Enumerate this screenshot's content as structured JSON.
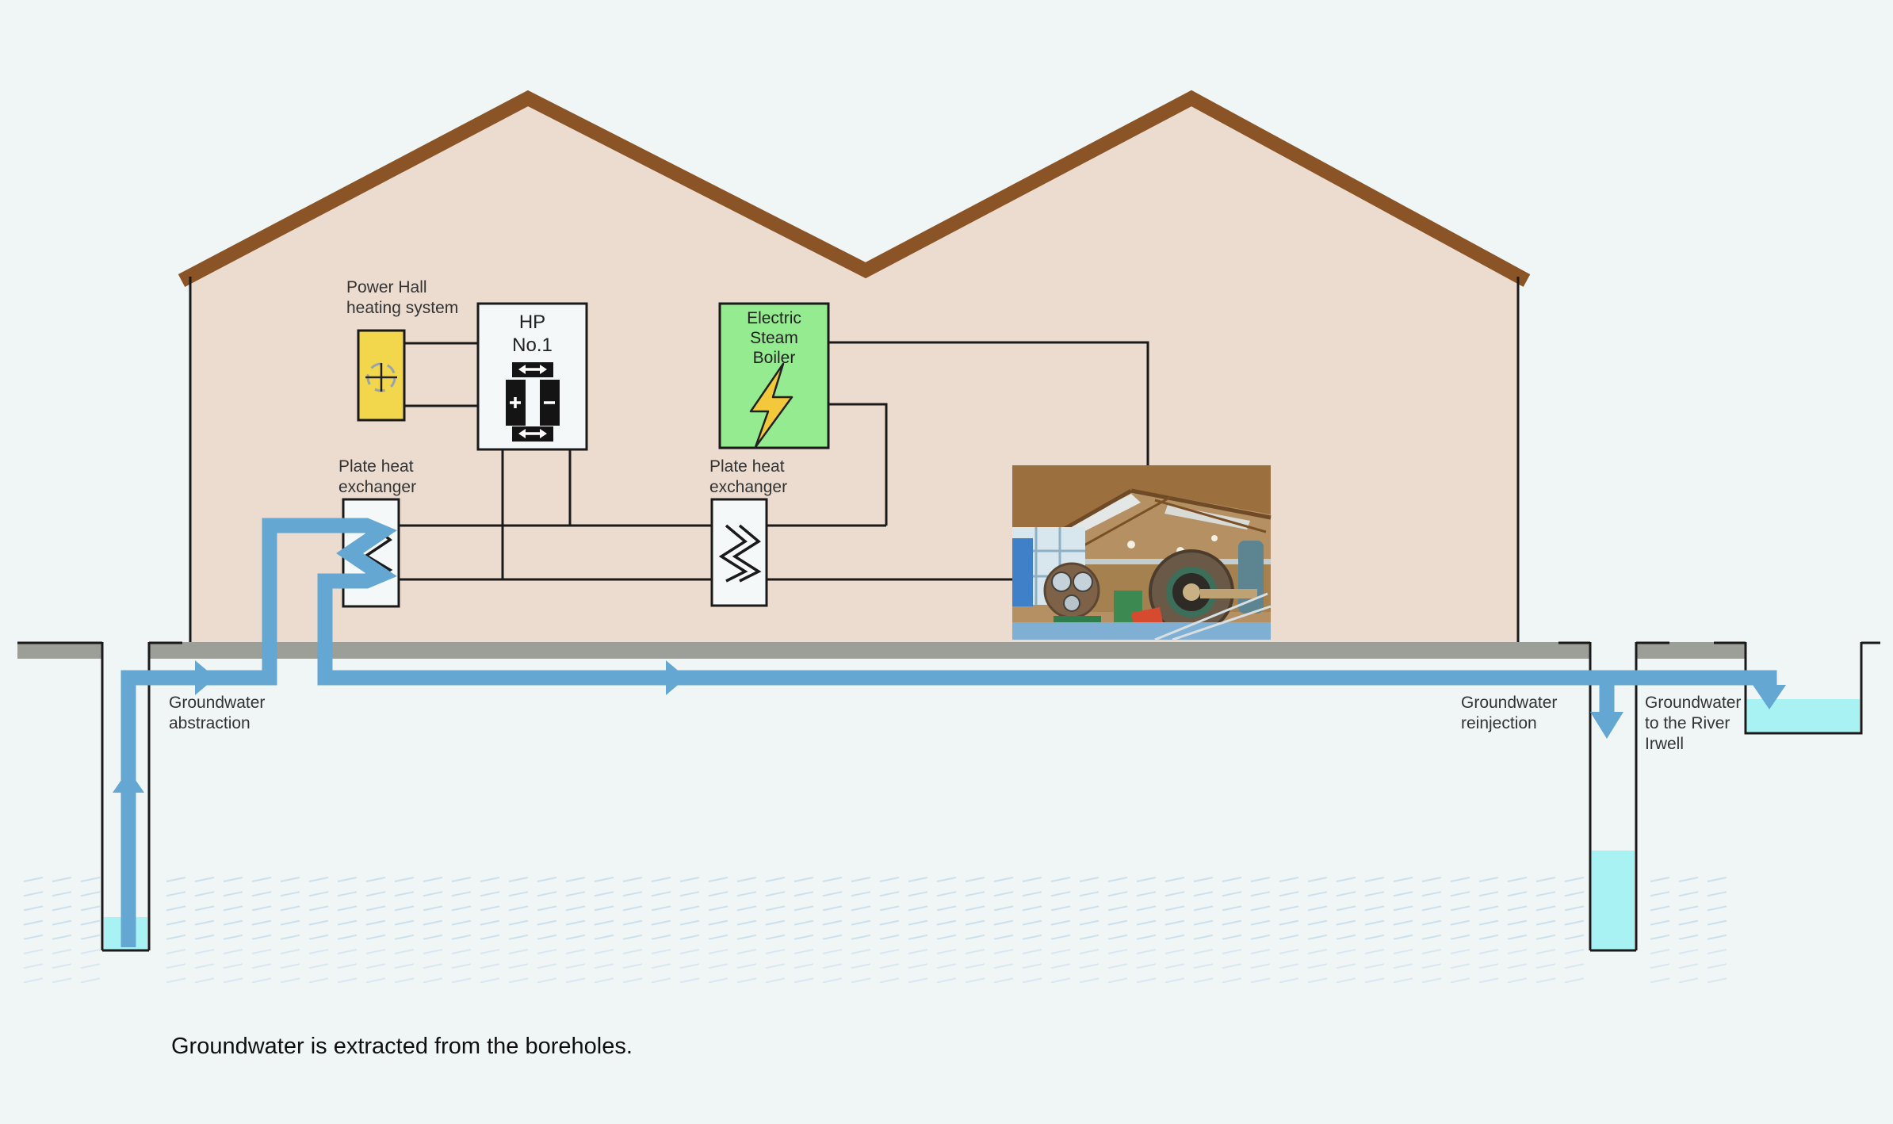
{
  "diagram": {
    "title_caption": "Groundwater is extracted from the boreholes.",
    "building": {
      "power_hall_label": "Power Hall\nheating system",
      "hp_unit_label": "HP\nNo.1",
      "boiler_label": "Electric\nSteam\nBoiler",
      "hx_left_label": "Plate heat\nexchanger",
      "hx_right_label": "Plate heat\nexchanger"
    },
    "ground": {
      "abstraction_label": "Groundwater\nabstraction",
      "reinjection_label": "Groundwater\nreinjection",
      "river_label": "Groundwater\nto the River\nIrwell"
    },
    "icons": [
      "heating-radiator-icon",
      "heat-pump-icon",
      "lightning-bolt-icon",
      "heat-exchanger-zigzag-icon",
      "flow-arrow-icon"
    ],
    "colors": {
      "background": "#f0f5f6",
      "building_fill": "#ecdccf",
      "roof": "#8a5426",
      "line": "#1a1a1a",
      "ground_bar": "#9c9e98",
      "pipe": "#64a7d2",
      "groundwater": "#a9f2f4",
      "box_fill": "#f4f8f9",
      "boiler_fill": "#95ec90",
      "heating_fill": "#f2d64b",
      "bolt_fill": "#f3c83b",
      "aquifer_mark": "#aecfe6"
    }
  }
}
